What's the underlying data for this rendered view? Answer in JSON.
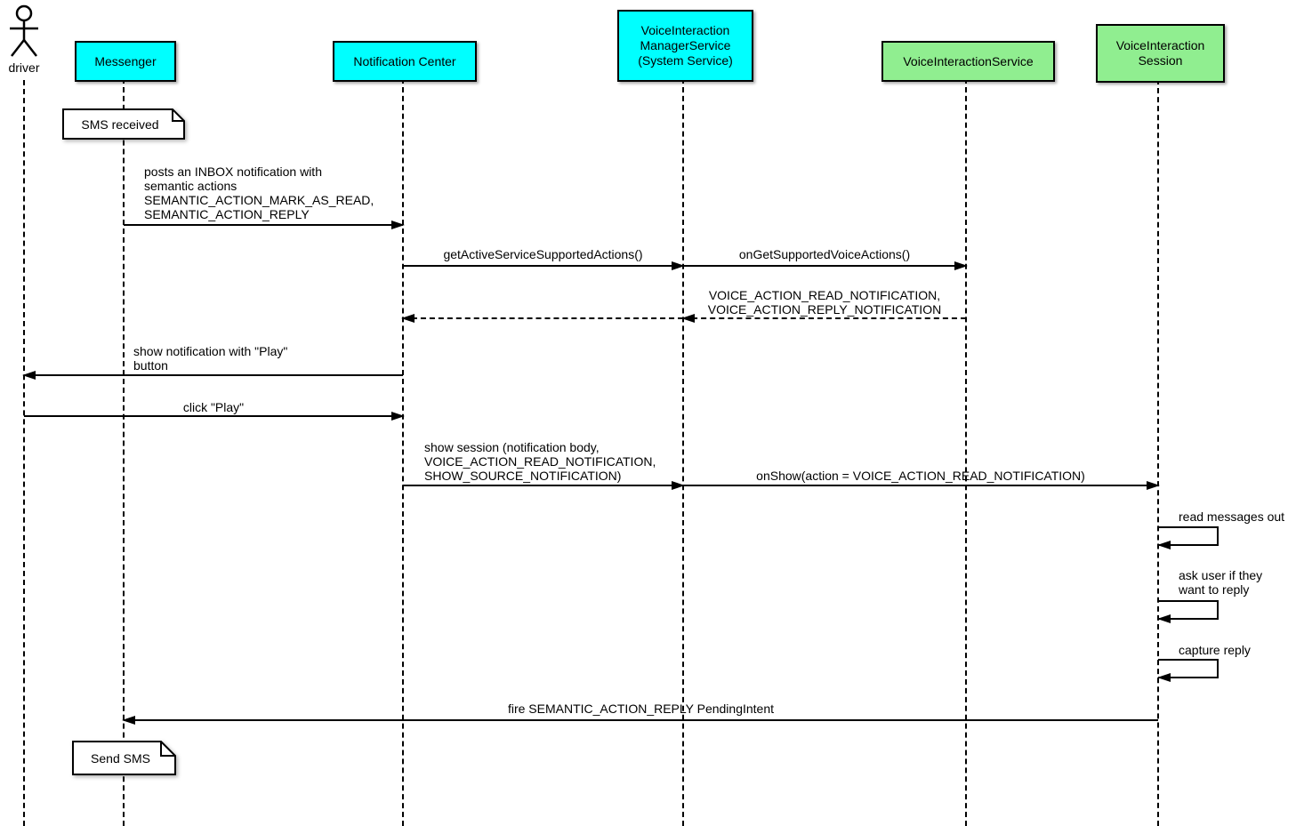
{
  "title": "Voice interaction notification sequence diagram",
  "colors": {
    "participant_cyan": "#00ffff",
    "participant_green": "#90ee90",
    "line": "#000000",
    "note_background": "#ffffff",
    "page_background": "#ffffff"
  },
  "actor": {
    "label": "driver"
  },
  "participants": [
    {
      "id": "messenger",
      "label": "Messenger",
      "color": "#00ffff"
    },
    {
      "id": "notification-center",
      "label": "Notification Center",
      "color": "#00ffff"
    },
    {
      "id": "voice-interaction-manager-service",
      "label": "VoiceInteraction\nManagerService\n(System Service)",
      "color": "#00ffff"
    },
    {
      "id": "voice-interaction-service",
      "label": "VoiceInteractionService",
      "color": "#90ee90"
    },
    {
      "id": "voice-interaction-session",
      "label": "VoiceInteraction\nSession",
      "color": "#90ee90"
    }
  ],
  "notes": [
    {
      "id": "note-sms-received",
      "label": "SMS received"
    },
    {
      "id": "note-send-sms",
      "label": "Send SMS"
    }
  ],
  "messages": [
    {
      "id": "m1",
      "from": "Messenger",
      "to": "Notification Center",
      "kind": "solid",
      "label": "posts an INBOX notification with\nsemantic actions\nSEMANTIC_ACTION_MARK_AS_READ,\nSEMANTIC_ACTION_REPLY"
    },
    {
      "id": "m2",
      "from": "Notification Center",
      "to": "VoiceInteractionManagerService",
      "kind": "solid",
      "label": "getActiveServiceSupportedActions()"
    },
    {
      "id": "m3",
      "from": "VoiceInteractionManagerService",
      "to": "VoiceInteractionService",
      "kind": "solid",
      "label": "onGetSupportedVoiceActions()"
    },
    {
      "id": "m4",
      "from": "VoiceInteractionService",
      "to": "VoiceInteractionManagerService",
      "kind": "dashed-return",
      "label": "VOICE_ACTION_READ_NOTIFICATION,\nVOICE_ACTION_REPLY_NOTIFICATION"
    },
    {
      "id": "m5",
      "from": "VoiceInteractionManagerService",
      "to": "Notification Center",
      "kind": "dashed-return",
      "label": ""
    },
    {
      "id": "m6",
      "from": "Notification Center",
      "to": "driver",
      "kind": "solid",
      "label": "show notification with \"Play\"\nbutton"
    },
    {
      "id": "m7",
      "from": "driver",
      "to": "Notification Center",
      "kind": "solid",
      "label": "click \"Play\""
    },
    {
      "id": "m8",
      "from": "Notification Center",
      "to": "VoiceInteractionManagerService",
      "kind": "solid",
      "label": "show session (notification body,\nVOICE_ACTION_READ_NOTIFICATION,\nSHOW_SOURCE_NOTIFICATION)"
    },
    {
      "id": "m9",
      "from": "VoiceInteractionManagerService",
      "to": "VoiceInteractionSession",
      "kind": "solid",
      "label": "onShow(action = VOICE_ACTION_READ_NOTIFICATION)"
    },
    {
      "id": "m10",
      "from": "VoiceInteractionSession",
      "to": "VoiceInteractionSession",
      "kind": "self",
      "label": "read messages out"
    },
    {
      "id": "m11",
      "from": "VoiceInteractionSession",
      "to": "VoiceInteractionSession",
      "kind": "self",
      "label": "ask user if they\nwant to reply"
    },
    {
      "id": "m12",
      "from": "VoiceInteractionSession",
      "to": "VoiceInteractionSession",
      "kind": "self",
      "label": "capture reply"
    },
    {
      "id": "m13",
      "from": "VoiceInteractionSession",
      "to": "Messenger",
      "kind": "solid",
      "label": "fire SEMANTIC_ACTION_REPLY PendingIntent"
    }
  ]
}
